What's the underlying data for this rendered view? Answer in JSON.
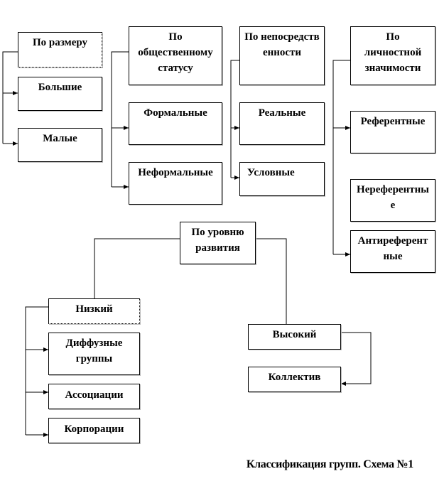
{
  "boxes": {
    "size": "По размеру",
    "size_large": "Большие",
    "size_small": "Малые",
    "social": "По общественному статусу",
    "social_formal": "Формальные",
    "social_informal": "Неформальные",
    "direct": "По непосредственности",
    "direct_real": "Реальные",
    "direct_nominal": "Условные",
    "personal": "По личностной значимости",
    "personal_ref": "Референтные",
    "personal_nonref": "Нереферентные",
    "personal_antiref": "Антиреферентные",
    "level": "По уровню развития",
    "level_low": "Низкий",
    "low_diffuse": "Диффузные группы",
    "low_assoc": "Ассоциации",
    "low_corp": "Корпорации",
    "level_high": "Высокий",
    "high_collective": "Коллектив"
  },
  "caption": "Классификация групп. Схема №1"
}
